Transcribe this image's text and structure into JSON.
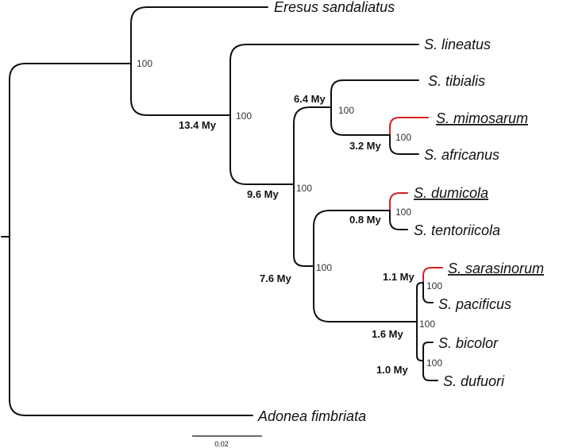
{
  "tree": {
    "taxa": {
      "eresus": "Eresus sandaliatus",
      "lineatus": "S. lineatus",
      "tibialis": "S. tibialis",
      "mimosarum": "S. mimosarum",
      "africanus": "S. africanus",
      "dumicola": "S. dumicola",
      "tentoriicola": "S. tentoriicola",
      "sarasinorum": "S. sarasinorum",
      "pacificus": "S. pacificus",
      "bicolor": "S. bicolor",
      "dufuori": "S. dufuori",
      "adonea": "Adonea fimbriata"
    },
    "highlighted_taxa": [
      "S. mimosarum",
      "S. dumicola",
      "S. sarasinorum"
    ],
    "highlight_color": "#d81f1f",
    "support_values": {
      "eresus_stegodyphus": "100",
      "stegodyphus": "100",
      "lineatus_sister": "100",
      "tibialis_group": "100",
      "mimosarum_africanus": "100",
      "southern_group": "100",
      "dumicola_tentoriicola": "100",
      "asian_group": "100",
      "sarasinorum_pacificus": "100",
      "bicolor_dufuori": "100"
    },
    "ages": {
      "stegodyphus": "13.4 My",
      "lineatus_sister": "9.6 My",
      "tibialis_group": "6.4 My",
      "mimosarum_africanus": "3.2 My",
      "southern_group": "7.6 My",
      "dumicola_tentoriicola": "0.8 My",
      "sarasinorum_pacificus": "1.1 My",
      "asian_group": "1.6 My",
      "bicolor_dufuori": "1.0 My"
    },
    "scale_bar": {
      "label": "0.02"
    }
  }
}
